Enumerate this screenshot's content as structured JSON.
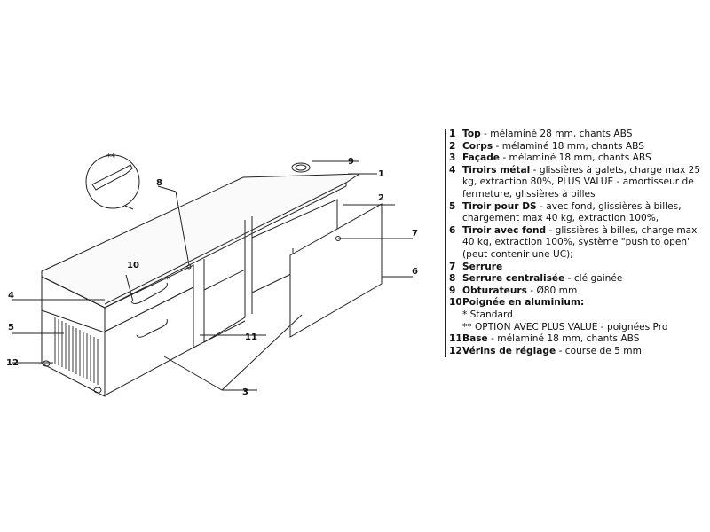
{
  "callouts": {
    "c1": "1",
    "c2": "2",
    "c3": "3",
    "c4": "4",
    "c5": "5",
    "c6": "6",
    "c7": "7",
    "c8": "8",
    "c9": "9",
    "c10": "10",
    "c11": "11",
    "c12": "12",
    "handle_mark": "**",
    "drawer_mark": "*"
  },
  "legend": [
    {
      "num": "1",
      "term": "Top",
      "desc": " - mélaminé 28 mm, chants ABS"
    },
    {
      "num": "2",
      "term": "Corps",
      "desc": " - mélaminé 18 mm, chants ABS"
    },
    {
      "num": "3",
      "term": "Façade",
      "desc": " - mélaminé 18 mm, chants ABS"
    },
    {
      "num": "4",
      "term": "Tiroirs métal",
      "desc": " - glissières à galets, charge max 25 kg, extraction 80%, PLUS VALUE - amortisseur de fermeture, glissières à billes"
    },
    {
      "num": "5",
      "term": "Tiroir pour DS",
      "desc": " - avec fond, glissières à billes, chargement max 40 kg, extraction 100%,"
    },
    {
      "num": "6",
      "term": "Tiroir avec fond",
      "desc": " - glissières à billes, charge max 40 kg, extraction 100%, système \"push to open\" (peut contenir une UC);"
    },
    {
      "num": "7",
      "term": "Serrure",
      "desc": ""
    },
    {
      "num": "8",
      "term": "Serrure centralisée",
      "desc": " - clé gainée"
    },
    {
      "num": "9",
      "term": "Obturateurs",
      "desc": " - Ø80 mm"
    },
    {
      "num": "10",
      "term": "Poignée en aluminium:",
      "desc": ""
    },
    {
      "num": "",
      "term": "",
      "desc": "* Standard"
    },
    {
      "num": "",
      "term": "",
      "desc": "** OPTION AVEC PLUS VALUE - poignées Pro"
    },
    {
      "num": "11",
      "term": "Base",
      "desc": " - mélaminé 18 mm, chants ABS"
    },
    {
      "num": "12",
      "term": "Vérins de réglage",
      "desc": " - course de 5 mm"
    }
  ]
}
